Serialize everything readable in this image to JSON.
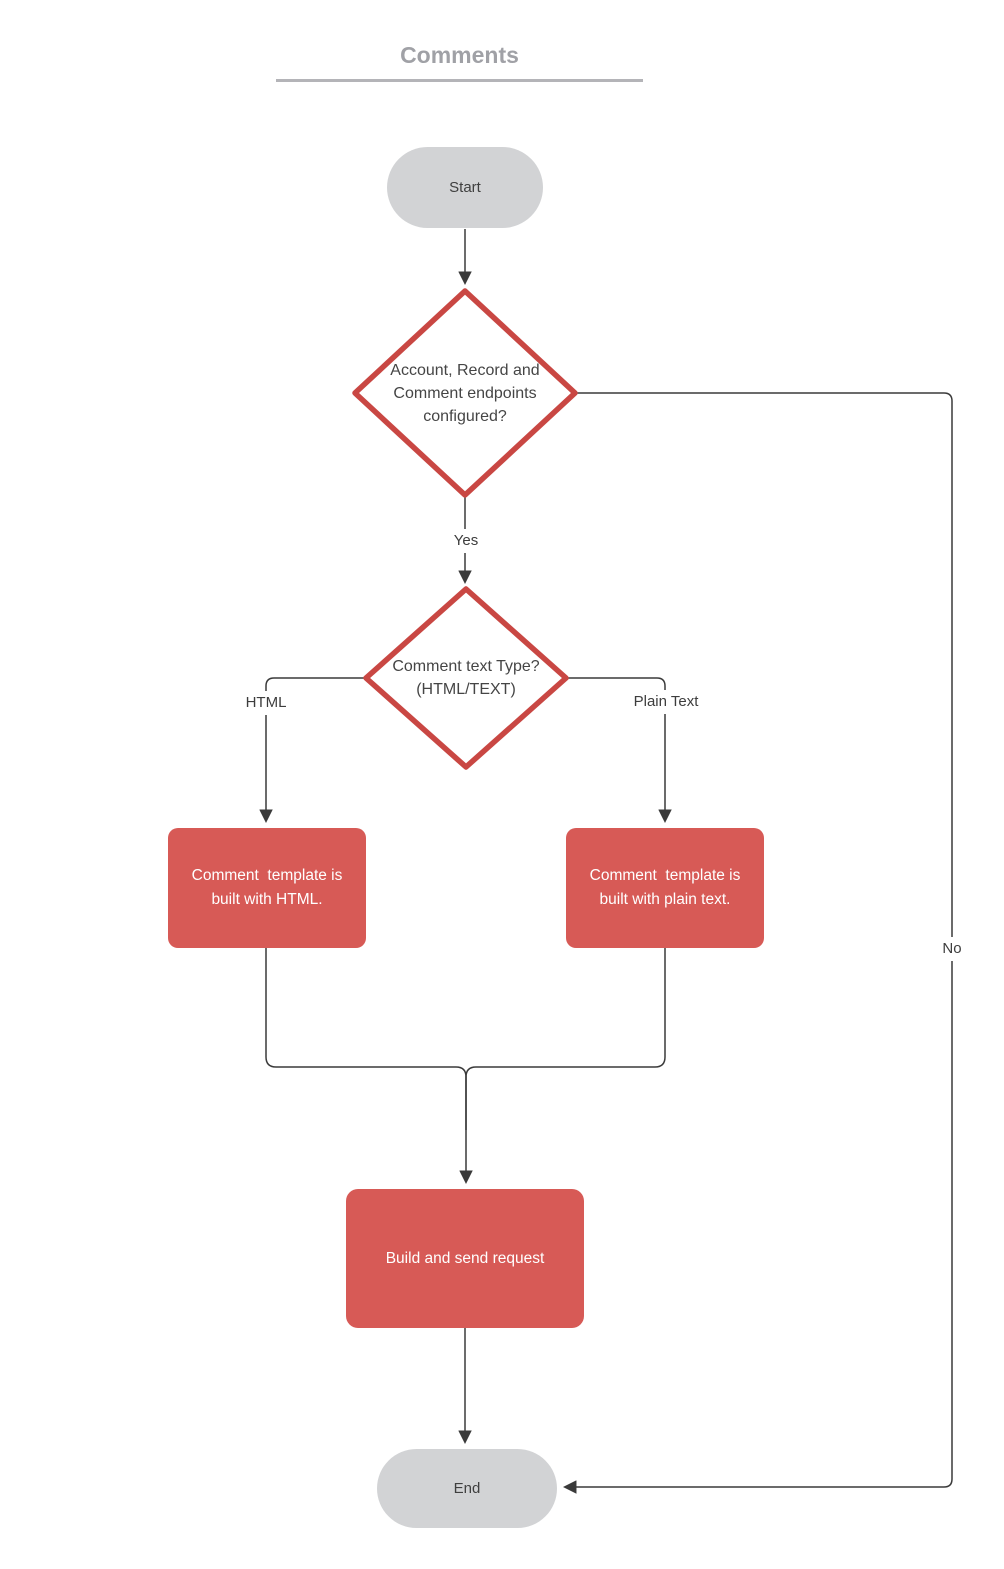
{
  "title": "Comments",
  "colors": {
    "process_fill": "#d75a56",
    "diamond_stroke": "#c94743",
    "terminal_fill": "#d2d3d5",
    "connector": "#3a3a3a",
    "title_text": "#a0a1a6",
    "diamond_text": "#454545",
    "process_text": "#ffffff"
  },
  "nodes": {
    "start": {
      "label": "Start"
    },
    "decision_endpoints": {
      "lines": [
        "Account, Record and",
        "Comment endpoints",
        "configured?"
      ]
    },
    "decision_comment_type": {
      "lines": [
        "Comment text Type?",
        "(HTML/TEXT)"
      ]
    },
    "process_html_template": {
      "lines": [
        "Comment  template is",
        "built with HTML."
      ]
    },
    "process_plain_template": {
      "lines": [
        "Comment  template is",
        "built with plain text."
      ]
    },
    "process_build_request": {
      "label": "Build and send request"
    },
    "end": {
      "label": "End"
    }
  },
  "edge_labels": {
    "yes": "Yes",
    "no": "No",
    "html": "HTML",
    "plain_text": "Plain Text"
  }
}
